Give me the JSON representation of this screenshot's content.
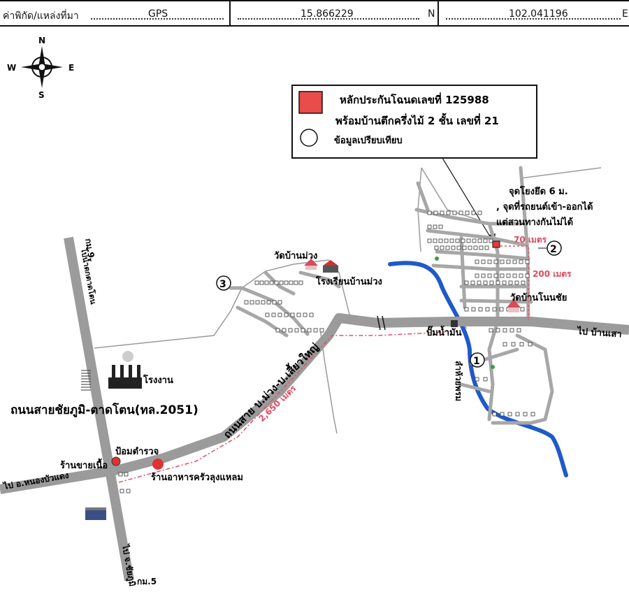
{
  "header": {
    "coord_label": "ค่าพิกัด/แหล่งที่มา",
    "source": "GPS",
    "lat": "15.866229",
    "lat_dir": "N",
    "lon": "102.041196",
    "lon_dir": "E"
  },
  "compass": {
    "n": "N",
    "s": "S",
    "e": "E",
    "w": "W"
  },
  "legend": {
    "collateral_line1": "หลักประกันโฉนดเลขที่ 125988",
    "collateral_line2": "พร้อมบ้านตึกครึ่งไม้ 2 ชั้น  เลขที่ 21",
    "comparison": "ข้อมูลเปรียบเทียบ"
  },
  "notes": {
    "access_line1": "จุดโยงยึด 6 ม.",
    "access_line2": ", จุดที่รถยนต์เข้า-ออกได้",
    "access_line3": "แต่สวนทางกันไม่ได้"
  },
  "distances": {
    "d70": "70 เมตร",
    "d200": "200 เมตร",
    "d2650": "2,650 เมตร"
  },
  "markers": {
    "m1": "1",
    "m2": "2",
    "m3": "3"
  },
  "places": {
    "wat_ban_muang": "วัดบ้านม่วง",
    "school_ban_muang": "โรงเรียนบ้านม่วง",
    "wat_ban_non_chai": "วัดบ้านโนนชัย",
    "water_pump": "ปั๊มน้ำมัน",
    "factory": "โรงงาน",
    "police_box": "ป้อมตำรวจ",
    "meat_shop": "ร้านขายเนื้อ",
    "restaurant": "ร้านอาหารครัวลุงแหลม"
  },
  "roads": {
    "highway": "ถนนสายชัยภูมิ-ตาดโตน(ทล.2051)",
    "road_muang": "ถนนสาย บ.ม่วง-บ.เสี้ยวใหญ่",
    "to_ban_sao": "ไป บ้านเสา",
    "to_nong_bua_daeng": "ไป อ.หนองบัวแดง",
    "to_chaiyaphum": "ไป จ.ชัยภูมิ",
    "to_tad_ton": "ไปน้ำตกตาดโตน",
    "km9": "กม.9",
    "km5": "กม.5",
    "stream": "ลำห้วยพรม"
  }
}
